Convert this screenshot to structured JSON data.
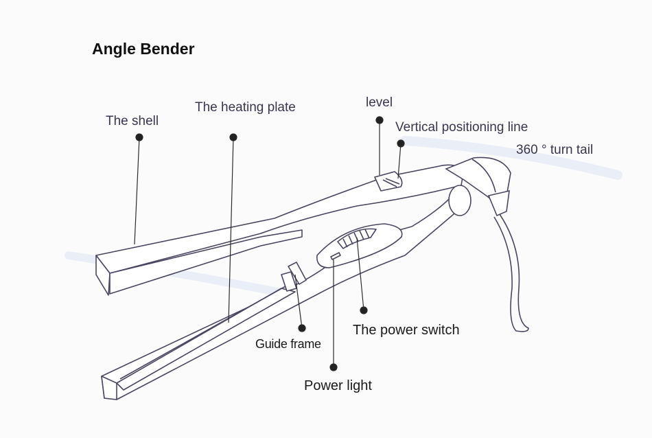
{
  "title": "Angle Bender",
  "labels": {
    "shell": "The shell",
    "heating_plate": "The heating plate",
    "level": "level",
    "vertical_positioning_line": "Vertical positioning line",
    "turn_tail": "360 ° turn tail",
    "power_switch": "The power switch",
    "guide_frame": "Guide frame",
    "power_light": "Power light"
  },
  "colors": {
    "outline": "#4a4560",
    "label_text": "#3a3550",
    "dot": "#222222",
    "watermark": "#c9d6ee"
  }
}
